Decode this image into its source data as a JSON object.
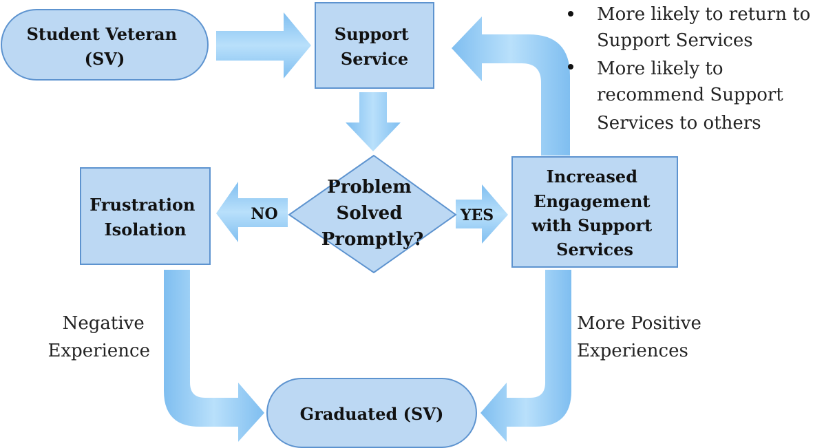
{
  "nodes": {
    "student_veteran": [
      "Student  Veteran",
      "(SV)"
    ],
    "support_service": [
      "Support",
      "Service"
    ],
    "problem_solved": [
      "Problem",
      "Solved",
      "Promptly?"
    ],
    "frustration": [
      "Frustration",
      "Isolation"
    ],
    "engagement": [
      "Increased",
      "Engagement",
      "with Support",
      "Services"
    ],
    "graduated": [
      "Graduated (SV)"
    ]
  },
  "edge_labels": {
    "no": "NO",
    "yes": "YES"
  },
  "side_notes": {
    "negative": [
      "Negative",
      "Experience"
    ],
    "positive": [
      "More Positive",
      "Experiences"
    ]
  },
  "bullets": [
    [
      "More likely to return to",
      "Support Services"
    ],
    [
      "More likely to",
      "recommend Support",
      "Services to others"
    ]
  ],
  "colors": {
    "box_fill": "#bcd8f3",
    "box_stroke": "#5d93cf",
    "arrow_fill": "#97ccf5"
  }
}
